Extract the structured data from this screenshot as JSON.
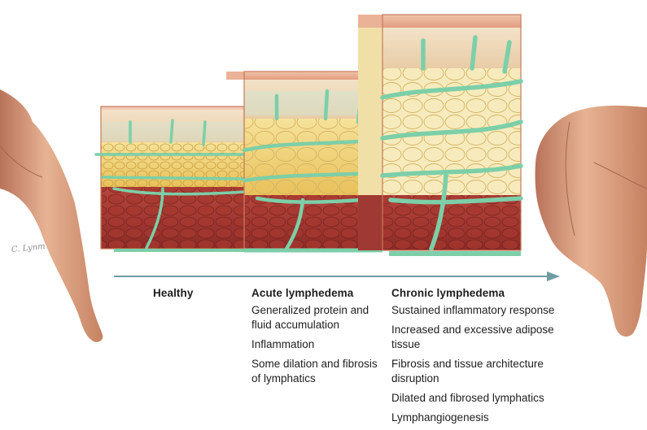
{
  "signature": "C. Lynm",
  "stages": [
    {
      "heading": "Healthy",
      "items": []
    },
    {
      "heading": "Acute lymphedema",
      "items": [
        "Generalized protein and fluid accumulation",
        "Inflammation",
        "Some dilation and fibrosis of lymphatics"
      ]
    },
    {
      "heading": "Chronic lymphedema",
      "items": [
        "Sustained inflammatory response",
        "Increased and excessive adipose tissue",
        "Fibrosis and tissue architecture disruption",
        "Dilated and fibrosed lymphatics",
        "Lymphangiogenesis"
      ]
    }
  ],
  "colors": {
    "skin": "#e3a98a",
    "dermis": "#efd7bb",
    "fat": "#f2d57a",
    "muscle": "#a93a33",
    "lymphatic": "#7ccfa8",
    "arrow": "#6f9ca1"
  }
}
